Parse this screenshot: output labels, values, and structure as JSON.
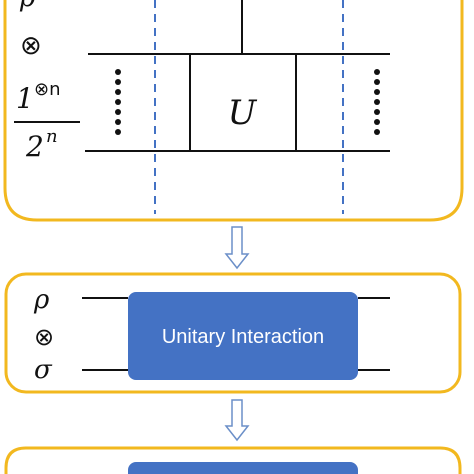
{
  "diagram": {
    "panel1": {
      "rho": "ρ",
      "otimes": "⊗",
      "numerator": "1",
      "numerator_sup": "⊗n",
      "denominator": "2",
      "denominator_sup": "n",
      "gate": "U"
    },
    "panel2": {
      "rho": "ρ",
      "otimes": "⊗",
      "sigma": "σ",
      "box_label": "Unitary Interaction"
    },
    "colors": {
      "panel_border": "#F2B81F",
      "box_fill": "#4472C4",
      "dashed_line": "#4472C4",
      "line": "#111111",
      "arrow": "#6B8FC8"
    }
  }
}
